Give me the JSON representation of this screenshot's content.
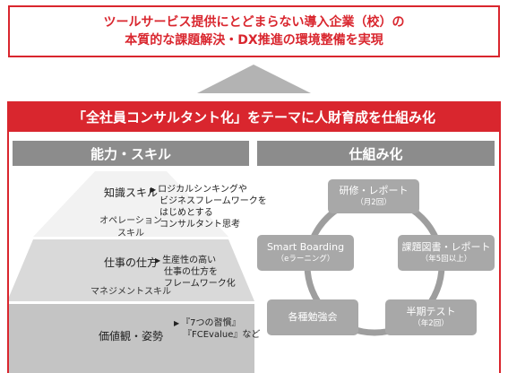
{
  "goal": {
    "line1": "ツールサービス提供にとどまらない導入企業（校）の",
    "line2": "本質的な課題解決・DX推進の環境整備を実現"
  },
  "theme": {
    "title": "「全社員コンサルタント化」をテーマに人財育成を仕組み化"
  },
  "left": {
    "heading": "能力・スキル",
    "levels": [
      {
        "label": "知識スキル",
        "sub": "オペレーション",
        "sub2": "スキル",
        "desc": [
          "ロジカルシンキングや",
          "ビジネスフレームワークを",
          "はじめとする",
          "コンサルタント思考"
        ]
      },
      {
        "label": "仕事の仕方",
        "sub": "マネジメントスキル",
        "desc": [
          "生産性の高い",
          "仕事の仕方を",
          "フレームワーク化"
        ]
      },
      {
        "label": "価値観・姿勢",
        "desc": [
          "『7つの習慣』",
          "『FCEvalue』など"
        ]
      }
    ],
    "arrow_glyph": "▶"
  },
  "right": {
    "heading": "仕組み化",
    "cycle": [
      {
        "title": "研修・レポート",
        "sub": "（月2回）"
      },
      {
        "title": "課題図書・レポート",
        "sub": "（年5回以上）"
      },
      {
        "title": "半期テスト",
        "sub": "（年2回）"
      },
      {
        "title": "各種勉強会",
        "sub": ""
      },
      {
        "title": "Smart Boarding",
        "sub": "（eラーニング）"
      }
    ]
  },
  "colors": {
    "accent_red": "#d9262e",
    "header_gray": "#8c8c8c",
    "box_gray": "#a8a8a8",
    "pyramid_top": "#f2f2f2",
    "pyramid_mid": "#d9d9d9",
    "pyramid_base": "#c4c4c4",
    "upward_arrow": "#b3b3b3"
  }
}
